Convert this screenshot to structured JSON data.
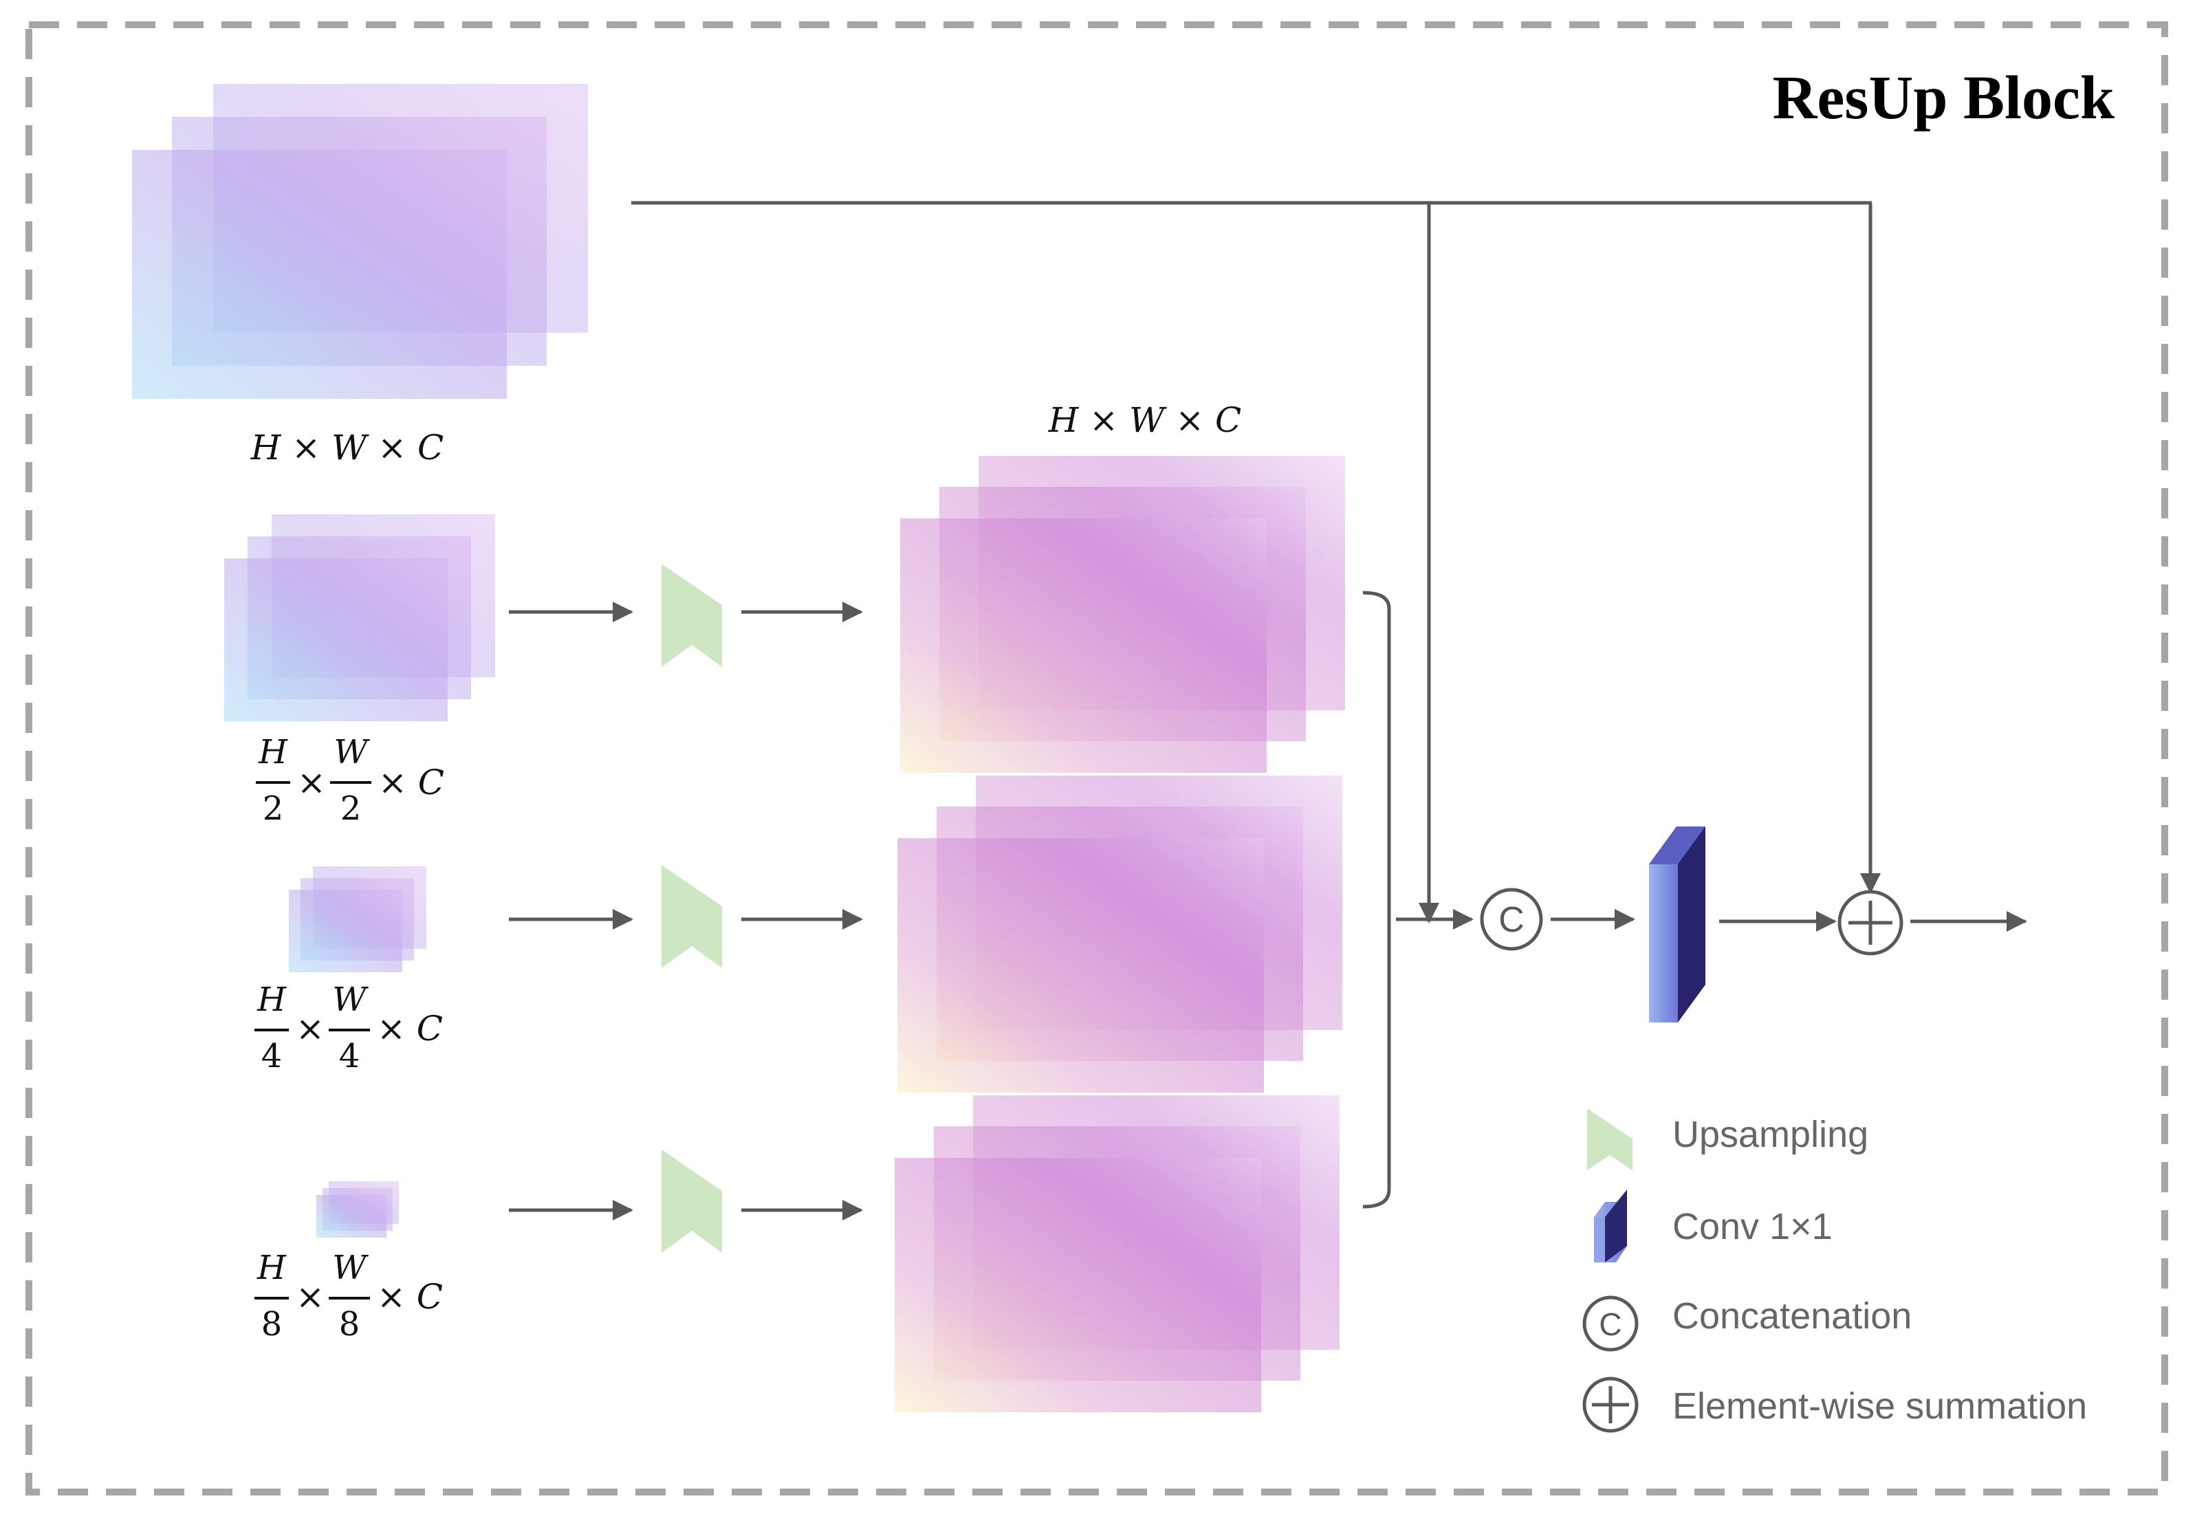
{
  "title": "ResUp Block",
  "labels": {
    "input_top": "H × W × C",
    "output_top": "H × W × C",
    "half": {
      "h": "H",
      "w": "W",
      "den": "2",
      "c": "× C",
      "x": "×"
    },
    "quarter": {
      "h": "H",
      "w": "W",
      "den": "4",
      "c": "× C",
      "x": "×"
    },
    "eighth": {
      "h": "H",
      "w": "W",
      "den": "8",
      "c": "× C",
      "x": "×"
    }
  },
  "ops": {
    "concat_symbol": "C"
  },
  "legend": [
    {
      "icon": "upsampling-icon",
      "label": "Upsampling"
    },
    {
      "icon": "conv-icon",
      "label": "Conv 1×1"
    },
    {
      "icon": "concat-icon",
      "label": "Concatenation",
      "symbol": "C"
    },
    {
      "icon": "sum-icon",
      "label": "Element-wise summation"
    }
  ],
  "colors": {
    "frame": "#a6a6a6",
    "line": "#595959",
    "upsample": "#cfe6c2",
    "conv_dark": "#2e2a7a",
    "conv_light": "#8fa3ea",
    "feature_blue": "#a9d9f5",
    "feature_purple": "#c49be8",
    "feature_pink": "#d38fd9",
    "feature_yellow": "#fbedc4"
  }
}
